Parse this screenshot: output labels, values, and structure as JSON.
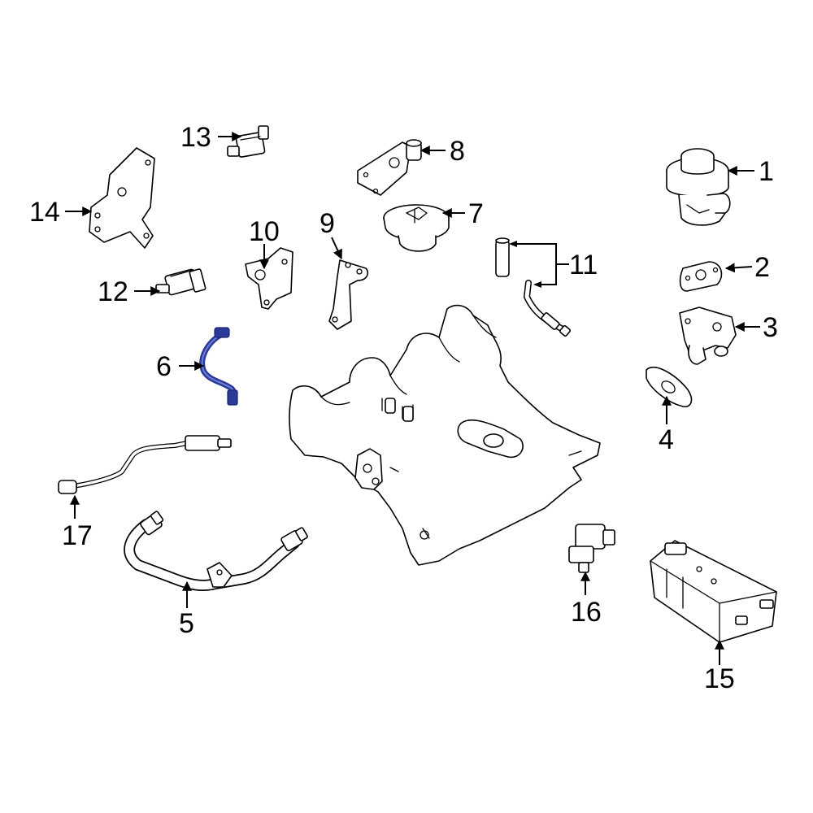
{
  "diagram": {
    "highlight_color": "#2a3a9a",
    "line_color": "#000000",
    "callouts": [
      {
        "id": "1",
        "label": "1"
      },
      {
        "id": "2",
        "label": "2"
      },
      {
        "id": "3",
        "label": "3"
      },
      {
        "id": "4",
        "label": "4"
      },
      {
        "id": "5",
        "label": "5"
      },
      {
        "id": "6",
        "label": "6"
      },
      {
        "id": "7",
        "label": "7"
      },
      {
        "id": "8",
        "label": "8"
      },
      {
        "id": "9",
        "label": "9"
      },
      {
        "id": "10",
        "label": "10"
      },
      {
        "id": "11",
        "label": "11"
      },
      {
        "id": "12",
        "label": "12"
      },
      {
        "id": "13",
        "label": "13"
      },
      {
        "id": "14",
        "label": "14"
      },
      {
        "id": "15",
        "label": "15"
      },
      {
        "id": "16",
        "label": "16"
      },
      {
        "id": "17",
        "label": "17"
      }
    ]
  }
}
